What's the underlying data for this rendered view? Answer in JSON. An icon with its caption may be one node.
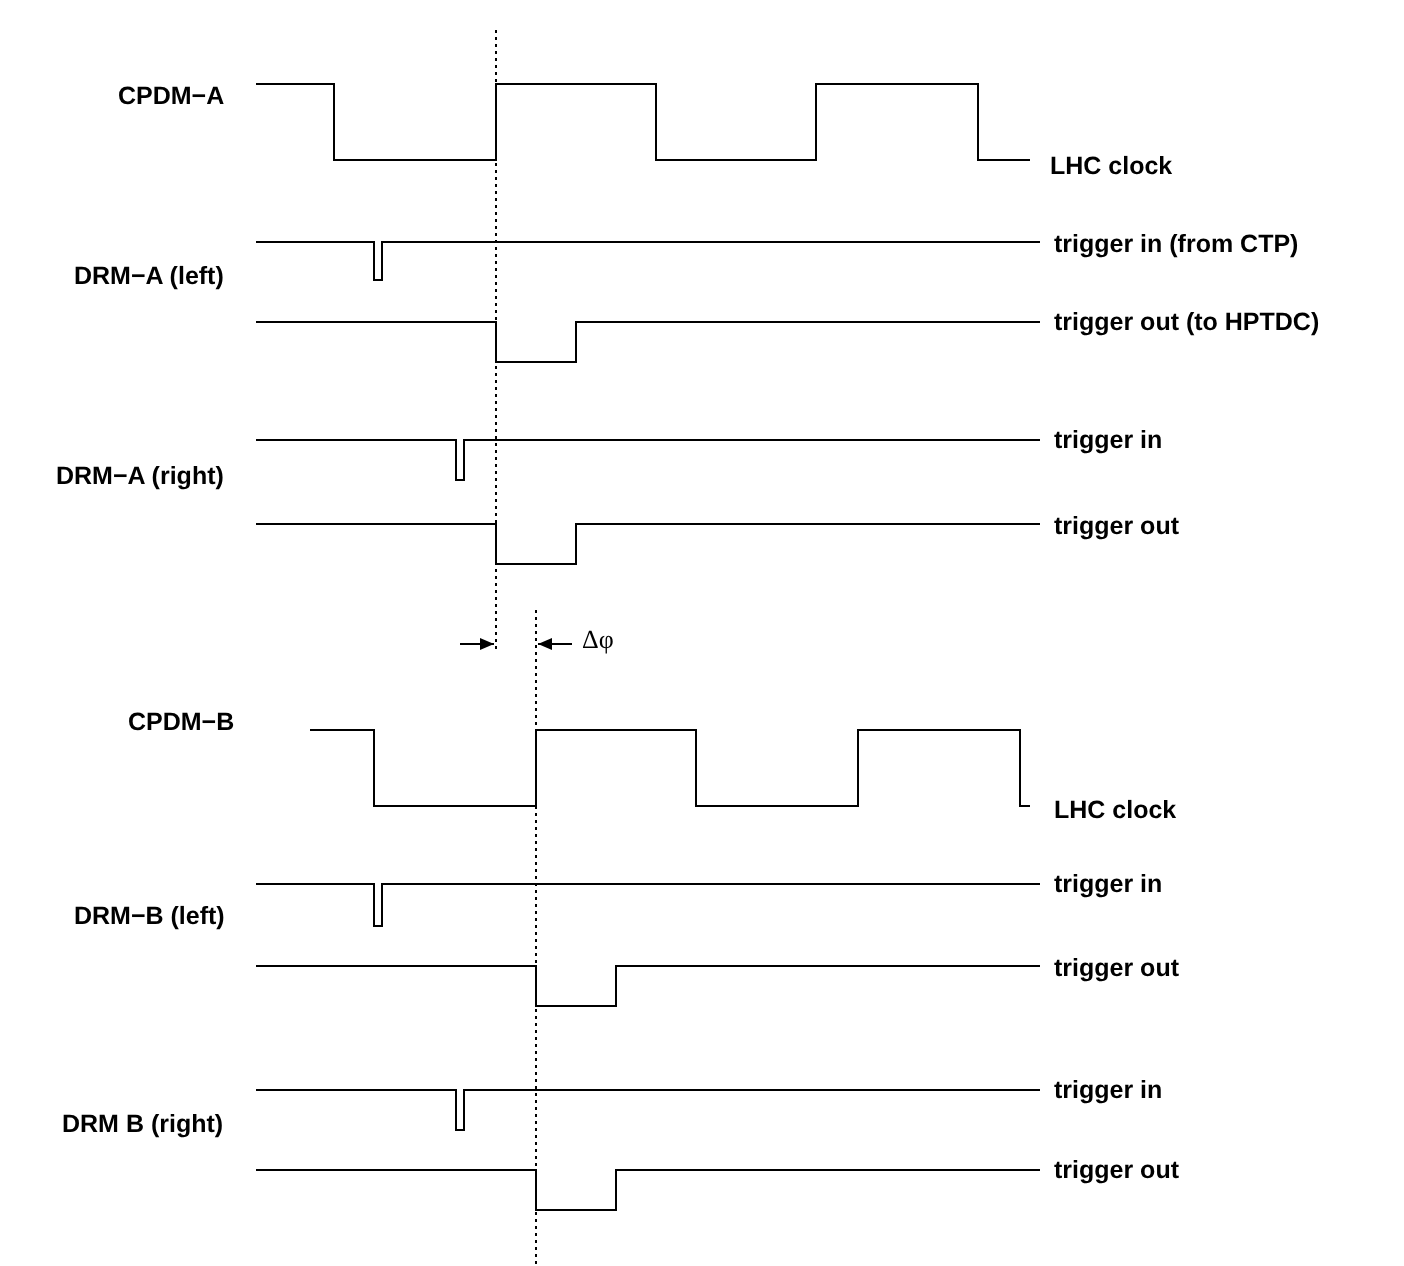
{
  "diagram": {
    "labels": [
      "CPDM−A",
      "LHC clock",
      "trigger in (from CTP)",
      "DRM−A (left)",
      "trigger out (to HPTDC)",
      "trigger in",
      "DRM−A (right)",
      "trigger out",
      "Δφ",
      "CPDM−B",
      "LHC clock",
      "trigger in",
      "DRM−B (left)",
      "trigger out",
      "trigger in",
      "DRM B (right)",
      "trigger out"
    ]
  }
}
